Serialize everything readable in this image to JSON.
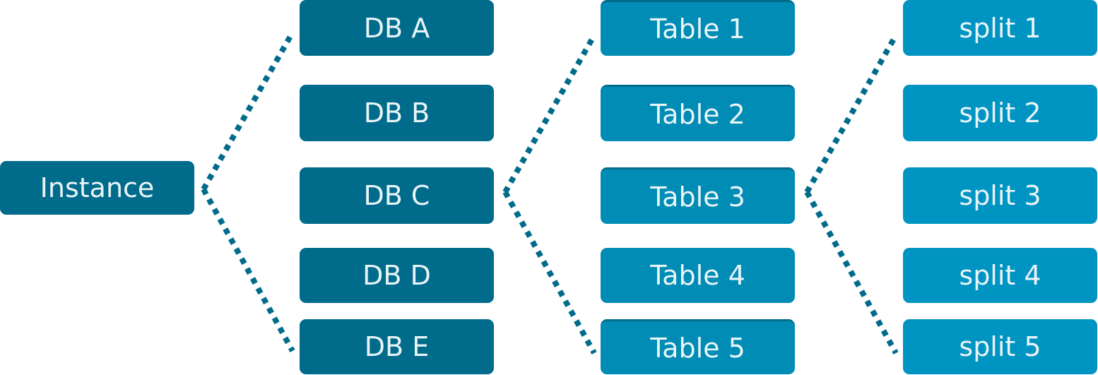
{
  "colors": {
    "instance": "#006b8a",
    "db": "#006b8a",
    "table": "#008cb4",
    "split": "#0094c2",
    "connector": "#006b8a",
    "text": "#e8f4f8"
  },
  "instance": {
    "label": "Instance"
  },
  "databases": [
    {
      "label": "DB A"
    },
    {
      "label": "DB B"
    },
    {
      "label": "DB C"
    },
    {
      "label": "DB D"
    },
    {
      "label": "DB E"
    }
  ],
  "tables": [
    {
      "label": "Table 1"
    },
    {
      "label": "Table 2"
    },
    {
      "label": "Table 3"
    },
    {
      "label": "Table 4"
    },
    {
      "label": "Table 5"
    }
  ],
  "splits": [
    {
      "label": "split 1"
    },
    {
      "label": "split 2"
    },
    {
      "label": "split 3"
    },
    {
      "label": "split 4"
    },
    {
      "label": "split 5"
    }
  ]
}
